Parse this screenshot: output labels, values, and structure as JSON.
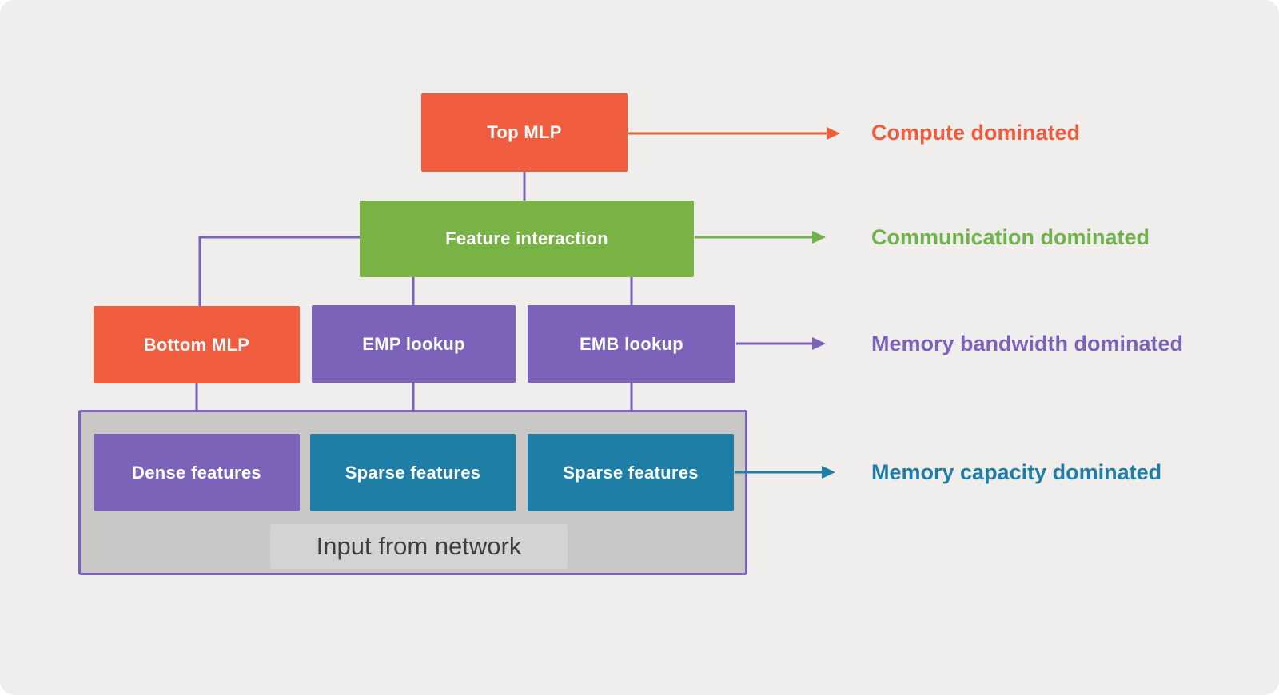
{
  "diagram": {
    "nodes": {
      "top_mlp": {
        "label": "Top MLP",
        "color": "#F05C3E"
      },
      "feature_interaction": {
        "label": "Feature interaction",
        "color": "#79B345"
      },
      "bottom_mlp": {
        "label": "Bottom MLP",
        "color": "#F05C3E"
      },
      "emp_lookup": {
        "label": "EMP lookup",
        "color": "#7D62BA"
      },
      "emb_lookup": {
        "label": "EMB lookup",
        "color": "#7D62BA"
      },
      "dense_features": {
        "label": "Dense features",
        "color": "#7D62BA"
      },
      "sparse_features_1": {
        "label": "Sparse features",
        "color": "#1E7EA6"
      },
      "sparse_features_2": {
        "label": "Sparse features",
        "color": "#1E7EA6"
      },
      "input_from_network": {
        "label": "Input from network"
      }
    },
    "annotations": [
      {
        "label": "Compute dominated",
        "color": "#F05C3E"
      },
      {
        "label": "Communication dominated",
        "color": "#6FB34A"
      },
      {
        "label": "Memory bandwidth dominated",
        "color": "#7D62BA"
      },
      {
        "label": "Memory capacity dominated",
        "color": "#1E7EA6"
      }
    ],
    "colors": {
      "background": "#EFEEEC",
      "container_fill": "#C9C8C7",
      "container_border": "#7D62BA",
      "strip_fill": "#D4D3D1",
      "strip_text": "#3E3E3E",
      "connector": "#7D62BA",
      "orange": "#F05C3E",
      "green": "#79B345",
      "green_text": "#6FB34A",
      "purple": "#7D62BA",
      "teal": "#1E7EA6",
      "box_text": "#FFFFFF"
    }
  }
}
